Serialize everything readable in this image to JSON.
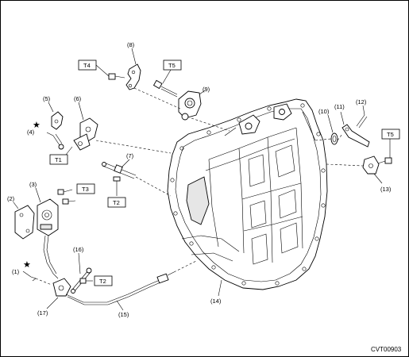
{
  "diagram": {
    "reference_code": "CVT00903",
    "callouts": {
      "c1": "(1)",
      "c2": "(2)",
      "c3": "(3)",
      "c4": "(4)",
      "c5": "(5)",
      "c6": "(6)",
      "c7": "(7)",
      "c8": "(8)",
      "c9": "(9)",
      "c10": "(10)",
      "c11": "(11)",
      "c12": "(12)",
      "c13": "(13)",
      "c14": "(14)",
      "c15": "(15)",
      "c16": "(16)",
      "c17": "(17)"
    },
    "torque_tags": {
      "t4": "T4",
      "t5_top": "T5",
      "t5_right": "T5",
      "t1": "T1",
      "t3": "T3",
      "t2_mid": "T2",
      "t2_low": "T2"
    },
    "star_symbol": "★"
  }
}
